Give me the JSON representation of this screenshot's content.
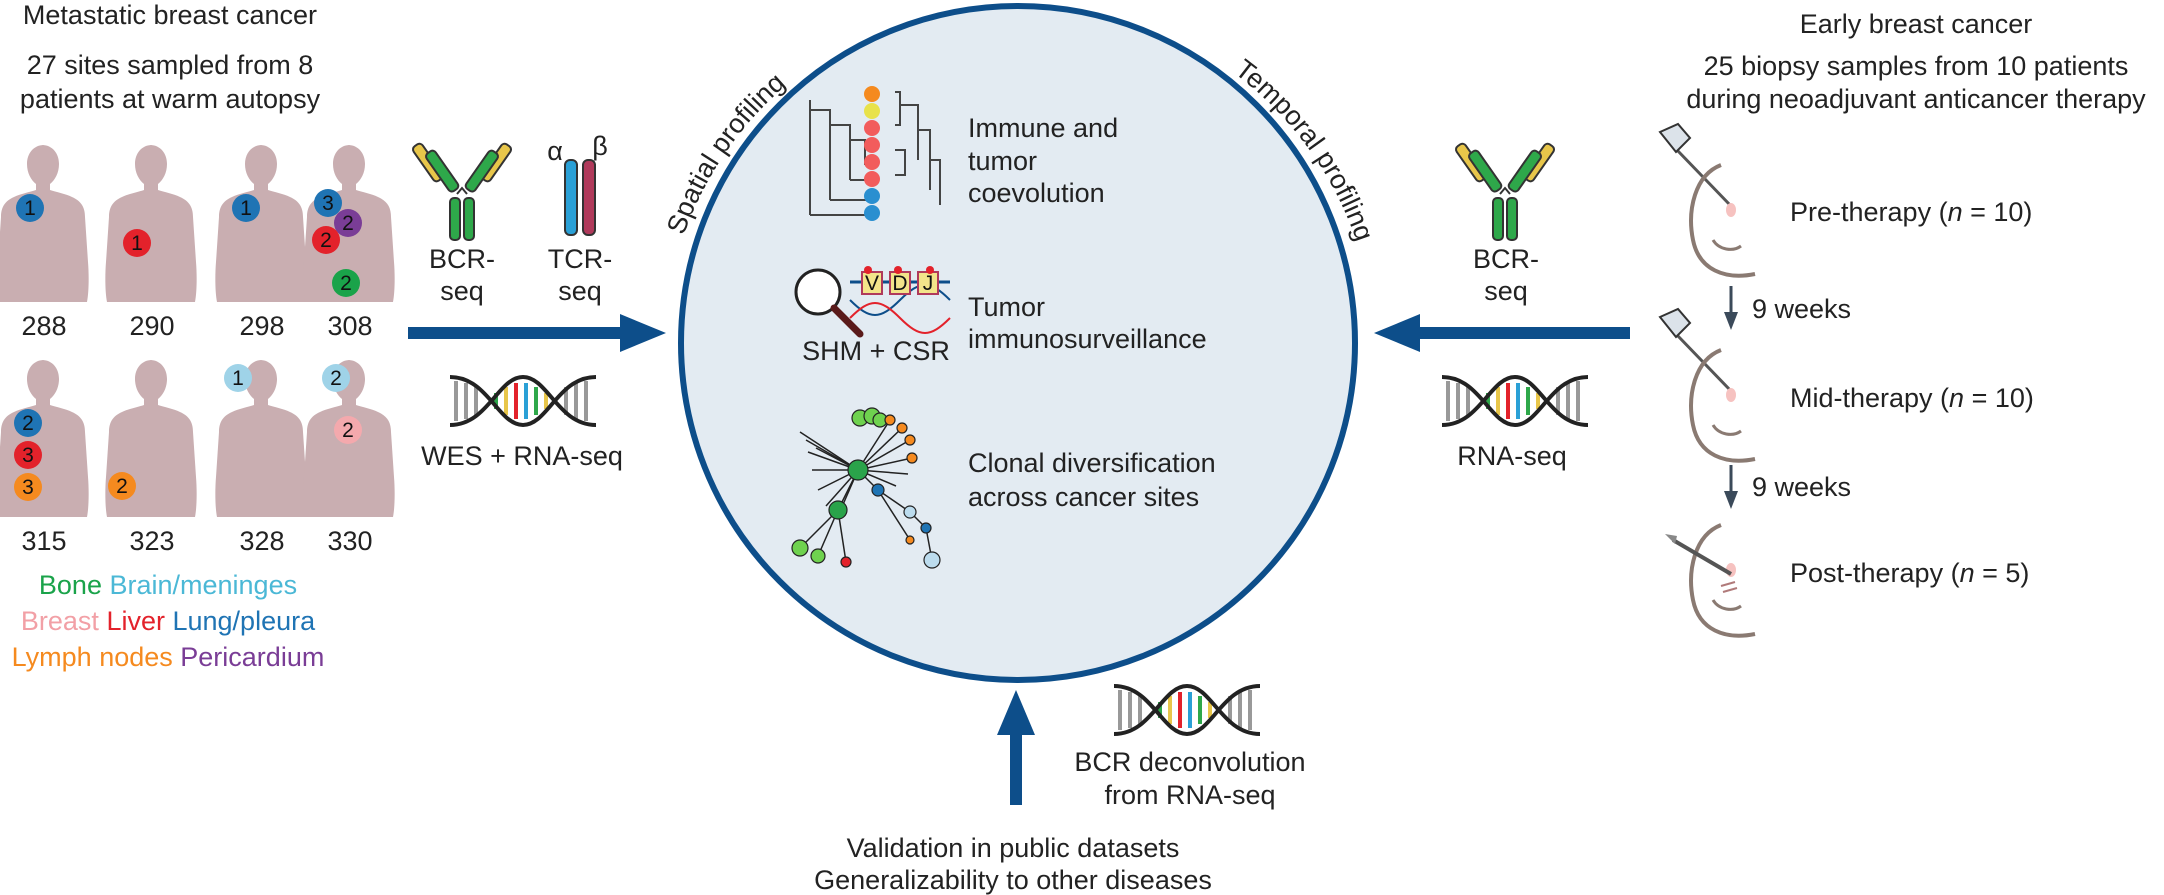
{
  "left": {
    "title": "Metastatic breast cancer",
    "subtitle_line1": "27 sites sampled from 8",
    "subtitle_line2": "patients at warm autopsy",
    "patients": [
      {
        "id": "288",
        "badges": [
          {
            "n": "1",
            "site": "lung"
          }
        ]
      },
      {
        "id": "290",
        "badges": [
          {
            "n": "1",
            "site": "liver"
          }
        ]
      },
      {
        "id": "298",
        "badges": [
          {
            "n": "1",
            "site": "lung"
          }
        ]
      },
      {
        "id": "308",
        "badges": [
          {
            "n": "3",
            "site": "lung"
          },
          {
            "n": "2",
            "site": "pericardium"
          },
          {
            "n": "2",
            "site": "liver"
          },
          {
            "n": "2",
            "site": "bone"
          }
        ]
      },
      {
        "id": "315",
        "badges": [
          {
            "n": "2",
            "site": "lung"
          },
          {
            "n": "3",
            "site": "liver"
          },
          {
            "n": "3",
            "site": "lymph"
          }
        ]
      },
      {
        "id": "323",
        "badges": [
          {
            "n": "2",
            "site": "lymph"
          }
        ]
      },
      {
        "id": "328",
        "badges": [
          {
            "n": "1",
            "site": "brain"
          }
        ]
      },
      {
        "id": "330",
        "badges": [
          {
            "n": "2",
            "site": "brain"
          },
          {
            "n": "2",
            "site": "breast"
          }
        ]
      }
    ],
    "legend": [
      [
        {
          "label": "Bone",
          "color": "#1aa34a"
        },
        {
          "label": "Brain/meninges",
          "color": "#4bb8d6"
        }
      ],
      [
        {
          "label": "Breast",
          "color": "#f2a0a6"
        },
        {
          "label": "Liver",
          "color": "#e3222b"
        },
        {
          "label": "Lung/pleura",
          "color": "#1f74b4"
        }
      ],
      [
        {
          "label": "Lymph nodes",
          "color": "#f58a1f"
        },
        {
          "label": "Pericardium",
          "color": "#7a3d96"
        }
      ]
    ]
  },
  "site_colors": {
    "bone": "#1aa34a",
    "brain": "#9fd3e8",
    "breast": "#f4a9ad",
    "liver": "#e3222b",
    "lung": "#1f74b4",
    "lymph": "#f58a1f",
    "pericardium": "#7a3d96"
  },
  "seq_left": {
    "bcr_line1": "BCR-",
    "bcr_line2": "seq",
    "tcr_line1": "TCR-",
    "tcr_line2": "seq",
    "alpha": "α",
    "beta": "β",
    "wes_label": "WES + RNA-seq"
  },
  "center": {
    "arc_left": "Spatial profiling",
    "arc_right": "Temporal profiling",
    "item1_line1": "Immune and",
    "item1_line2": "tumor",
    "item1_line3": "coevolution",
    "item2_line1": "Tumor",
    "item2_line2": "immunosurveillance",
    "shm_label": "SHM + CSR",
    "vdj": [
      "V",
      "D",
      "J"
    ],
    "item3_line1": "Clonal diversification",
    "item3_line2": "across cancer sites"
  },
  "seq_right": {
    "bcr_line1": "BCR-",
    "bcr_line2": "seq",
    "rna_label": "RNA-seq"
  },
  "right": {
    "title": "Early breast cancer",
    "subtitle_line1": "25 biopsy samples from 10 patients",
    "subtitle_line2": "during neoadjuvant anticancer therapy",
    "pre_prefix": "Pre-therapy (",
    "pre_n": "n",
    "pre_suffix": " = 10)",
    "interval1": "9 weeks",
    "mid_prefix": "Mid-therapy (",
    "mid_n": "n",
    "mid_suffix": " = 10)",
    "interval2": "9 weeks",
    "post_prefix": "Post-therapy (",
    "post_n": "n",
    "post_suffix": " = 5)"
  },
  "bottom": {
    "bcr_deconv_line1": "BCR deconvolution",
    "bcr_deconv_line2": "from RNA-seq",
    "validation_line1": "Validation in public datasets",
    "validation_line2": "Generalizability to other diseases"
  },
  "colors": {
    "arrow": "#0d4e8a",
    "circle_fill": "#e3ebf2",
    "circle_stroke": "#0d4e8a",
    "silhouette": "#c9aeb1"
  }
}
